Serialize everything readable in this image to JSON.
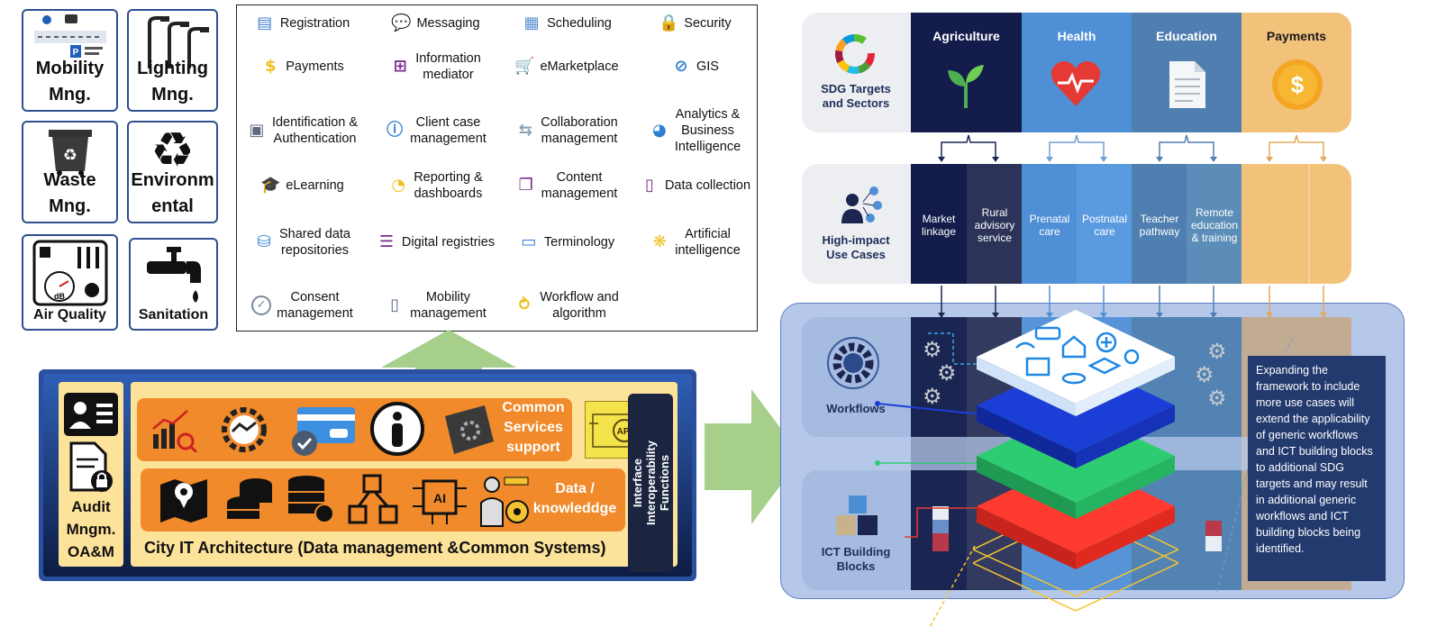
{
  "tiles": [
    {
      "label_1": "Mobility",
      "label_2": "Mng.",
      "icon": "traffic-icon"
    },
    {
      "label_1": "Lighting",
      "label_2": "Mng.",
      "icon": "streetlight-icon"
    },
    {
      "label_1": "Waste",
      "label_2": "Mng.",
      "icon": "waste-bin-icon"
    },
    {
      "label_1": "Environm",
      "label_2": "ental",
      "icon": "recycle-icon"
    },
    {
      "label_1": "Air Quality",
      "label_2": "",
      "icon": "air-meter-icon"
    },
    {
      "label_1": "Sanitation",
      "label_2": "",
      "icon": "water-tap-icon"
    }
  ],
  "services": [
    {
      "line1": "Registration",
      "line2": "",
      "icon": "clipboard-icon",
      "color": "#4a7fd0"
    },
    {
      "line1": "Messaging",
      "line2": "",
      "icon": "chat-bubbles-icon",
      "color": "#f0c020"
    },
    {
      "line1": "Scheduling",
      "line2": "",
      "icon": "calendar-icon",
      "color": "#5b8fd6"
    },
    {
      "line1": "Security",
      "line2": "",
      "icon": "lock-icon",
      "color": "#7a2b8f"
    },
    {
      "line1": "Payments",
      "line2": "",
      "icon": "dollar-icon",
      "color": "#f0c020"
    },
    {
      "line1": "Information",
      "line2": "mediator",
      "icon": "network-icon",
      "color": "#7a2b8f"
    },
    {
      "line1": "eMarketplace",
      "line2": "",
      "icon": "cart-icon",
      "color": "#7a2b8f"
    },
    {
      "line1": "GIS",
      "line2": "",
      "icon": "compass-icon",
      "color": "#2f7fd0"
    },
    {
      "line1": "Identification &",
      "line2": "Authentication",
      "icon": "id-card-icon",
      "color": "#5b6b80"
    },
    {
      "line1": "Client case",
      "line2": "management",
      "icon": "info-person-icon",
      "color": "#2f7fd0"
    },
    {
      "line1": "Collaboration",
      "line2": "management",
      "icon": "handshake-icon",
      "color": "#8aa0b8"
    },
    {
      "line1": "Analytics &",
      "line2": "Business",
      "line3": "Intelligence",
      "icon": "pie-chart-icon",
      "color": "#2f7fd0"
    },
    {
      "line1": "eLearning",
      "line2": "",
      "icon": "grad-cap-icon",
      "color": "#2f7fd0"
    },
    {
      "line1": "Reporting &",
      "line2": "dashboards",
      "icon": "gauge-icon",
      "color": "#f0c020"
    },
    {
      "line1": "Content",
      "line2": "management",
      "icon": "documents-icon",
      "color": "#7a2b8f"
    },
    {
      "line1": "Data collection",
      "line2": "",
      "icon": "clipboard-check-icon",
      "color": "#7a2b8f"
    },
    {
      "line1": "Shared data",
      "line2": "repositories",
      "icon": "database-icon",
      "color": "#2f7fd0"
    },
    {
      "line1": "Digital registries",
      "line2": "",
      "icon": "list-icon",
      "color": "#7a2b8f"
    },
    {
      "line1": "Terminology",
      "line2": "",
      "icon": "book-icon",
      "color": "#2f7fd0"
    },
    {
      "line1": "Artificial",
      "line2": "intelligence",
      "icon": "brain-icon",
      "color": "#f0c020"
    },
    {
      "line1": "Consent",
      "line2": "management",
      "icon": "check-circle-icon",
      "color": "#7a8a9a"
    },
    {
      "line1": "Mobility",
      "line2": "management",
      "icon": "phone-icon",
      "color": "#5b6b80"
    },
    {
      "line1": "Workflow and",
      "line2": "algorithm",
      "icon": "workflow-icon",
      "color": "#f0c020"
    }
  ],
  "architecture": {
    "audit_1": "Audit",
    "audit_2": "Mngm.",
    "audit_3": "OA&M",
    "common_1": "Common",
    "common_2": "Services",
    "common_3": "support",
    "data_1": "Data /",
    "data_2": "knowleddge",
    "api": "API",
    "iface_1": "Interface",
    "iface_2": "Interoperability",
    "iface_3": "Functions",
    "title": "City IT Architecture (Data management &Common Systems)"
  },
  "framework": {
    "sdg_1": "SDG Targets",
    "sdg_2": "and Sectors",
    "sectors": [
      "Agriculture",
      "Health",
      "Education",
      "Payments"
    ],
    "usecase_1": "High-impact",
    "usecase_2": "Use Cases",
    "use_cases": [
      [
        "Market",
        "linkage",
        ""
      ],
      [
        "Rural",
        "advisory",
        "service"
      ],
      [
        "Prenatal",
        "care",
        ""
      ],
      [
        "Postnatal",
        "care",
        ""
      ],
      [
        "Teacher",
        "pathway",
        ""
      ],
      [
        "Remote",
        "education",
        "& training"
      ]
    ],
    "workflows": "Workflows",
    "ict_1": "ICT Building",
    "ict_2": "Blocks",
    "dollar": "$",
    "expand_text": "Expanding the framework to include more use cases will extend the applicability of generic workflows and ICT building blocks to additional SDG targets and may result in additional generic workflows and ICT building blocks being identified."
  },
  "colors": {
    "agriculture": "#131c4a",
    "agriculture_b": "#2b3358",
    "health": "#4f8fd6",
    "health_b": "#5a9be0",
    "education": "#4e7fb0",
    "education_b": "#5b8db8",
    "payments": "#f3c27a",
    "orange": "#f08a2b",
    "cream": "#fde29a"
  }
}
